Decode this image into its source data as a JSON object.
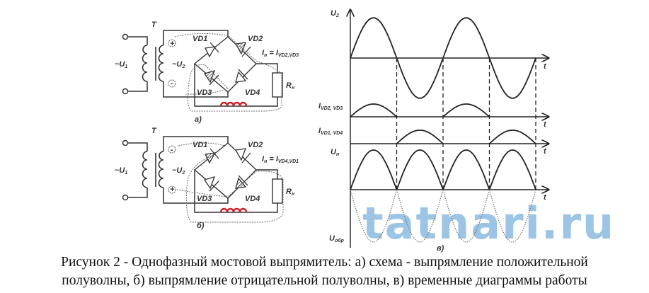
{
  "circuit_a": {
    "transformer": "T",
    "u1": "~U",
    "u1_sub": "1",
    "u2": "~U",
    "u2_sub": "2",
    "vd1": "VD1",
    "vd2": "VD2",
    "vd3": "VD3",
    "vd4": "VD4",
    "current": "I",
    "current_sub1": "н",
    "current_eq": " = I",
    "current_sub2": "VD2,VD3",
    "load": "R",
    "load_sub": "н",
    "plus": "+",
    "minus": "-",
    "panel": "а)"
  },
  "circuit_b": {
    "transformer": "T",
    "u1": "~U",
    "u1_sub": "1",
    "u2": "~U",
    "u2_sub": "2",
    "vd1": "VD1",
    "vd2": "VD2",
    "vd3": "VD3",
    "vd4": "VD4",
    "current": "I",
    "current_sub1": "н",
    "current_eq": " = I",
    "current_sub2": "VD4,VD1",
    "load": "R",
    "load_sub": "н",
    "plus": "+",
    "minus": "-",
    "panel": "б)"
  },
  "diagrams": {
    "u2": "U",
    "u2_sub": "2",
    "i_vd23": "I",
    "i_vd23_sub": "VD2, VD3",
    "i_vd14": "I",
    "i_vd14_sub": "VD1, VD4",
    "un": "U",
    "un_sub": "н",
    "uobr": "U",
    "uobr_sub": "обр",
    "t": "t",
    "panel": "в)",
    "half_periods": 4
  },
  "watermark": "tatnari.ru",
  "caption": {
    "line1": "Рисунок 2 - Однофазный мостовой выпрямитель: а) схема - выпрямление положительной",
    "line2": "полуволны, б) выпрямление отрицательной полуволны, в) временные диаграммы работы"
  }
}
